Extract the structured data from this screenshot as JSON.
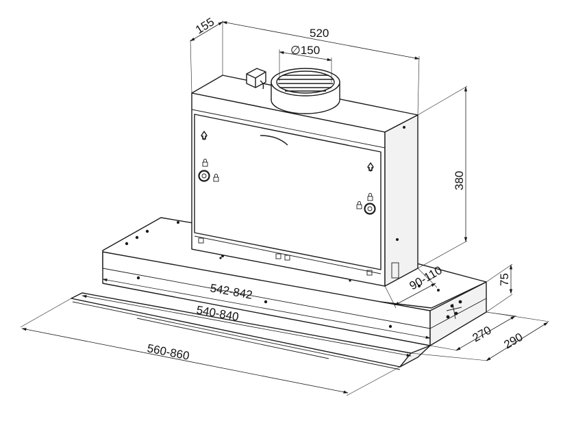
{
  "dimensions": {
    "depth_top": "155",
    "width_top": "520",
    "duct_diameter": "∅150",
    "height": "380",
    "glass_height": "75",
    "adjust_depth": "90-110",
    "depth_inner": "270",
    "depth_outer": "290",
    "width_outer_range": "542-842",
    "width_inner_range": "540-840",
    "width_total_range": "560-860"
  },
  "colors": {
    "line": "#1a1a1a",
    "panel": "#f2f2f2",
    "background": "#ffffff"
  },
  "icons": [
    "arrow-up-icon",
    "padlock-icon",
    "screw-icon",
    "duct-grille-icon",
    "motor-connector-icon"
  ]
}
